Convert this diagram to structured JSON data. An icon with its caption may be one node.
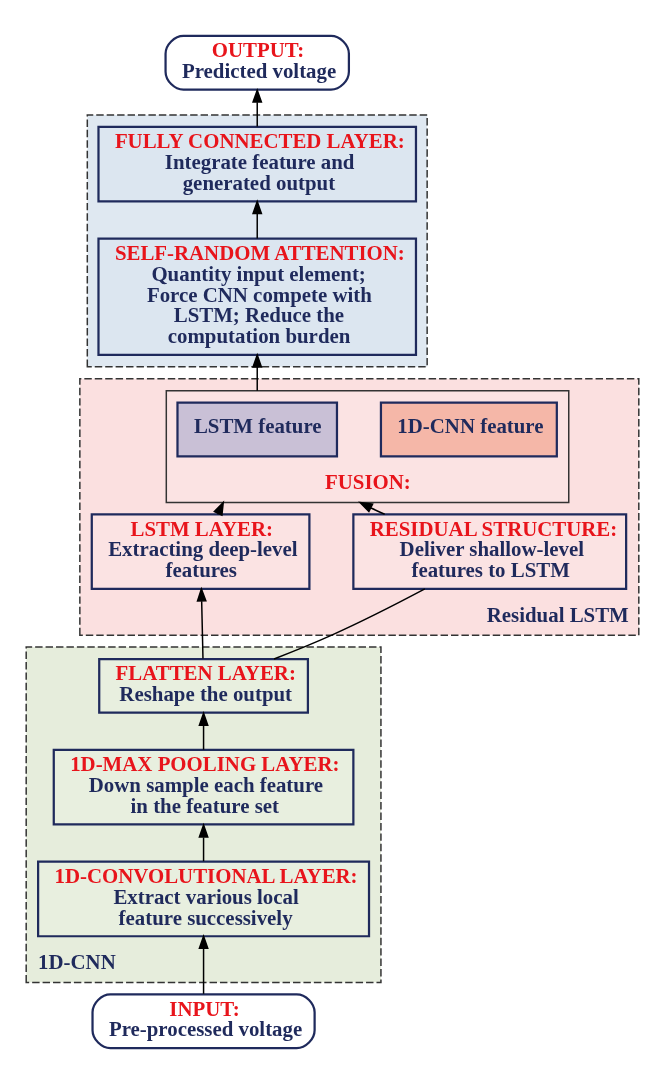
{
  "diagram": {
    "nodes": [
      {
        "text": [
          "OUTPUT:",
          "Predicted voltage"
        ]
      },
      {
        "text": [],
        "shape": "box"
      },
      {
        "text": [
          "FULLY CONNECTED LAYER:",
          "Integrate feature and generated output"
        ],
        "in": 1
      },
      {
        "text": [
          "SELF-RANDOM ATTENTION:",
          "Quantity input element; Force CNN compete with LSTM; Reduce the computation burden"
        ],
        "in": 1
      },
      {
        "text": [
          "Residual LSTM"
        ]
      },
      {
        "text": [
          "FUSION:"
        ],
        "in": 4
      },
      {
        "text": [
          "LSTM feature"
        ],
        "in": 5
      },
      {
        "text": [
          "1D-CNN feature"
        ],
        "in": 5
      },
      {
        "text": [
          "LSTM LAYER:",
          "Extracting deep-level features"
        ],
        "in": 4
      },
      {
        "text": [
          "RESIDUAL STRUCTURE:",
          "Deliver shallow-level features to LSTM"
        ],
        "in": 4
      },
      {
        "text": [
          "1D-CNN"
        ]
      },
      {
        "text": [
          "FLATTEN LAYER:",
          "Reshape the output"
        ],
        "in": 10
      },
      {
        "text": [
          "1D-MAX POOLING LAYER:",
          "Down sample each feature in the feature set"
        ],
        "in": 10
      },
      {
        "text": [
          "1D-CONVOLUTIONAL LAYER:",
          "Extract various local feature successively"
        ],
        "in": 10
      },
      {
        "text": [
          "INPUT:",
          "Pre-processed voltage"
        ]
      }
    ],
    "edges": [
      {
        "from": 14,
        "to": 13,
        "arrow": "to"
      },
      {
        "from": 13,
        "to": 12,
        "arrow": "to"
      },
      {
        "from": 12,
        "to": 11,
        "arrow": "to"
      },
      {
        "from": 11,
        "to": 8,
        "arrow": "to"
      },
      {
        "from": 11,
        "to": 9,
        "arrow": "none"
      },
      {
        "from": 9,
        "to": 5,
        "arrow": "to"
      },
      {
        "from": 8,
        "to": 5,
        "arrow": "to"
      },
      {
        "from": 5,
        "to": 3,
        "arrow": "to"
      },
      {
        "from": 3,
        "to": 2,
        "arrow": "to"
      },
      {
        "from": 2,
        "to": 0,
        "arrow": "to"
      }
    ]
  }
}
